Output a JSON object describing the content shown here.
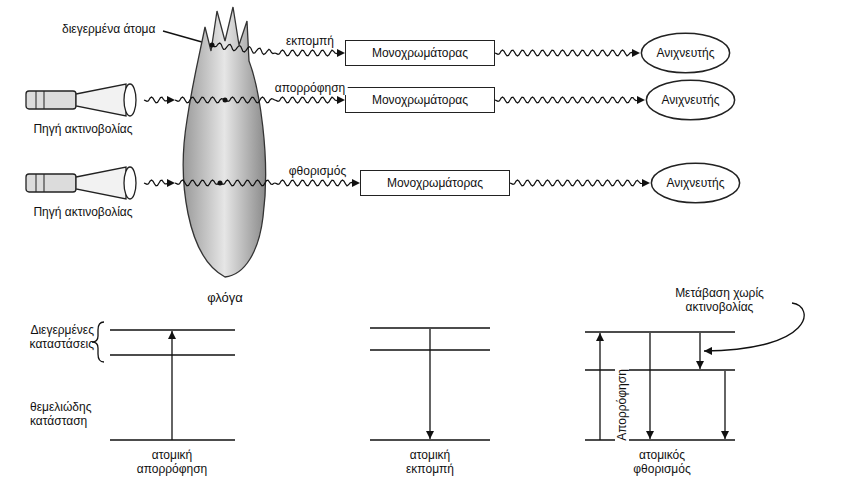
{
  "diagram": {
    "nodes": [
      {
        "text": [
          "φλόγα"
        ]
      },
      {
        "text": [
          "Μονοχρωμάτορας"
        ]
      },
      {
        "text": [
          "Ανιχνευτής"
        ]
      },
      {
        "text": [
          "Πηγή ακτινοβολίας"
        ]
      },
      {
        "text": [
          "Μονοχρωμάτορας"
        ]
      },
      {
        "text": [
          "Ανιχνευτής"
        ]
      },
      {
        "text": [
          "Πηγή ακτινοβολίας"
        ]
      },
      {
        "text": [
          "Μονοχρωμάτορας"
        ]
      },
      {
        "text": [
          "Ανιχνευτής"
        ]
      }
    ],
    "edges": [
      {
        "from": 0,
        "to": 1,
        "label": "εκπομπή",
        "arrow": "to"
      },
      {
        "from": 1,
        "to": 2,
        "arrow": "to"
      },
      {
        "from": 3,
        "to": 0,
        "arrow": "to"
      },
      {
        "from": 0,
        "to": 4,
        "label": "απορρόφηση",
        "arrow": "to"
      },
      {
        "from": 4,
        "to": 5,
        "arrow": "to"
      },
      {
        "from": 6,
        "to": 0,
        "arrow": "to"
      },
      {
        "from": 0,
        "to": 7,
        "label": "φθορισμός",
        "arrow": "to"
      },
      {
        "from": 7,
        "to": 8,
        "arrow": "to"
      }
    ],
    "labels": [
      "διεγερμένα άτομα",
      "Διεγερμένες καταστάσεις",
      "θεμελιώδης κατάσταση",
      "ατομική απορρόφηση",
      "ατομική εκπομπή",
      "Μετάβαση χωρίς ακτινοβολίας",
      "Απορρόφηση",
      "ατομικός φθορισμός"
    ]
  }
}
